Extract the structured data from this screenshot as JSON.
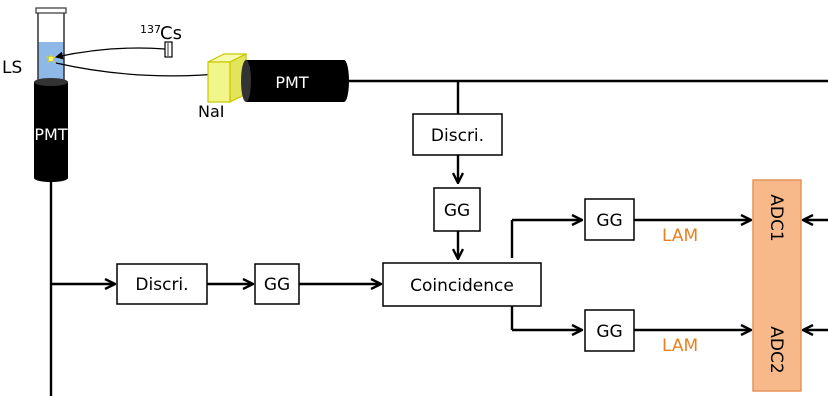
{
  "labels": {
    "ls": "LS",
    "source_mass": "137",
    "source_element": "Cs",
    "nai": "NaI",
    "pmt_top": "PMT",
    "pmt_left": "PMT",
    "discri_top": "Discri.",
    "discri_left": "Discri.",
    "gg_top": "GG",
    "gg_left": "GG",
    "coincidence": "Coincidence",
    "gg_upper": "GG",
    "gg_lower": "GG",
    "lam_upper": "LAM",
    "lam_lower": "LAM",
    "adc1": "ADC1",
    "adc2": "ADC2"
  },
  "colors": {
    "adc_fill": "#f8b98a",
    "adc_border": "#e8935a",
    "lam_text": "#e8801f",
    "liquid": "#8db8e8",
    "nai_crystal": "#f2f58a",
    "pmt_body": "#000000"
  }
}
